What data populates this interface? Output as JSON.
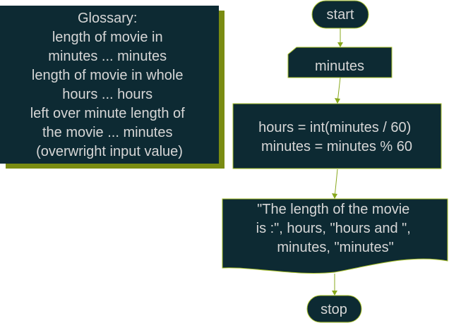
{
  "colors": {
    "node_fill": "#0d2a33",
    "node_stroke": "#a8c12a",
    "shadow": "#7a8c12",
    "text": "#d6d6d6",
    "connector": "#88a81c"
  },
  "glossary": {
    "lines": [
      "Glossary:",
      "length of movie in",
      "minutes ... minutes",
      "length of movie in whole",
      "hours ... hours",
      "left over minute length of",
      "the movie ... minutes",
      "(overwright input value)"
    ]
  },
  "flowchart": {
    "start_label": "start",
    "input_label": "minutes",
    "process_lines": [
      "hours = int(minutes / 60)",
      "minutes = minutes % 60"
    ],
    "output_lines": [
      "\"The length of the movie",
      "is :\", hours, \"hours and \",",
      "minutes, \"minutes\""
    ],
    "stop_label": "stop"
  }
}
